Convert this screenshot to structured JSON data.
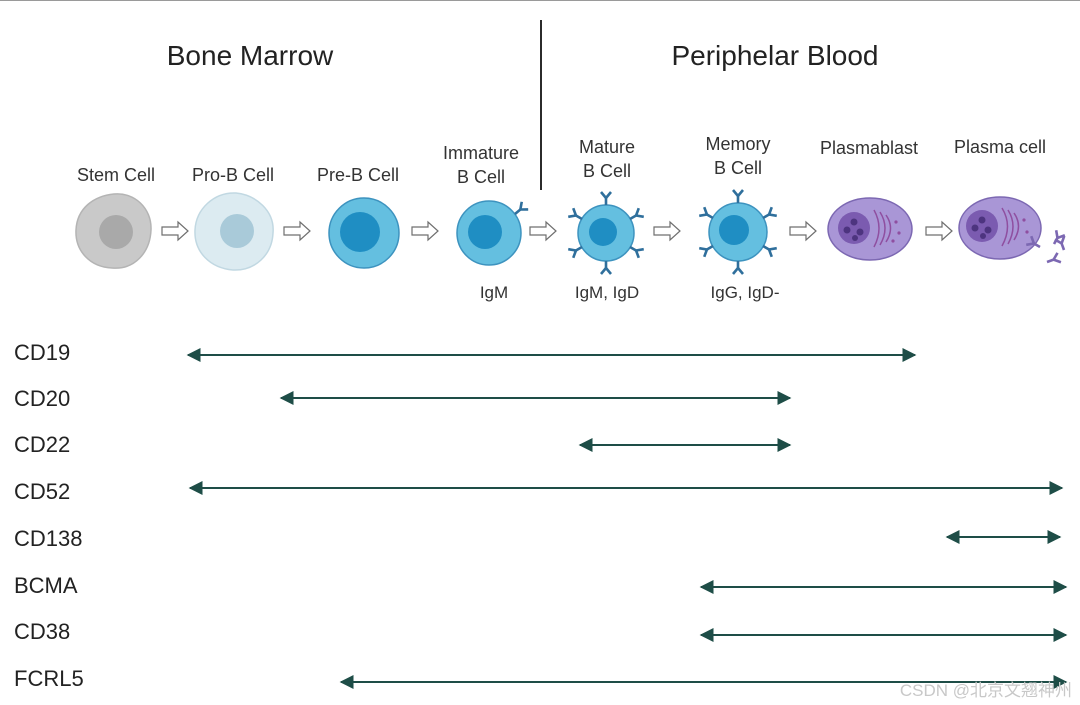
{
  "sections": {
    "left": "Bone Marrow",
    "right": "Periphelar Blood"
  },
  "stages": [
    {
      "label": "Stem Cell"
    },
    {
      "label": "Pro-B Cell"
    },
    {
      "label": "Pre-B Cell"
    },
    {
      "label": "Immature\nB Cell"
    },
    {
      "label": "Mature\nB Cell"
    },
    {
      "label": "Memory\nB Cell"
    },
    {
      "label": "Plasmablast"
    },
    {
      "label": "Plasma cell"
    }
  ],
  "ig_labels": [
    "IgM",
    "IgM, IgD",
    "IgG, IgD-"
  ],
  "markers": [
    {
      "name": "CD19"
    },
    {
      "name": "CD20"
    },
    {
      "name": "CD22"
    },
    {
      "name": "CD52"
    },
    {
      "name": "CD138"
    },
    {
      "name": "BCMA"
    },
    {
      "name": "CD38"
    },
    {
      "name": "FCRL5"
    }
  ],
  "colors": {
    "arrow": "#1e4d47",
    "stem_cell": "#c9c9c9",
    "stem_nucleus": "#a9a9a9",
    "pro_b_cell": "#dcebf1",
    "pro_b_nucleus": "#a9cad9",
    "b_cell": "#64bfe0",
    "b_nucleus": "#1f8ec3",
    "antibody": "#2f6f9c",
    "plasma_cell": "#a996d6",
    "plasma_nucleus": "#7b5bb0"
  },
  "watermark": "CSDN @北京文翘神州"
}
